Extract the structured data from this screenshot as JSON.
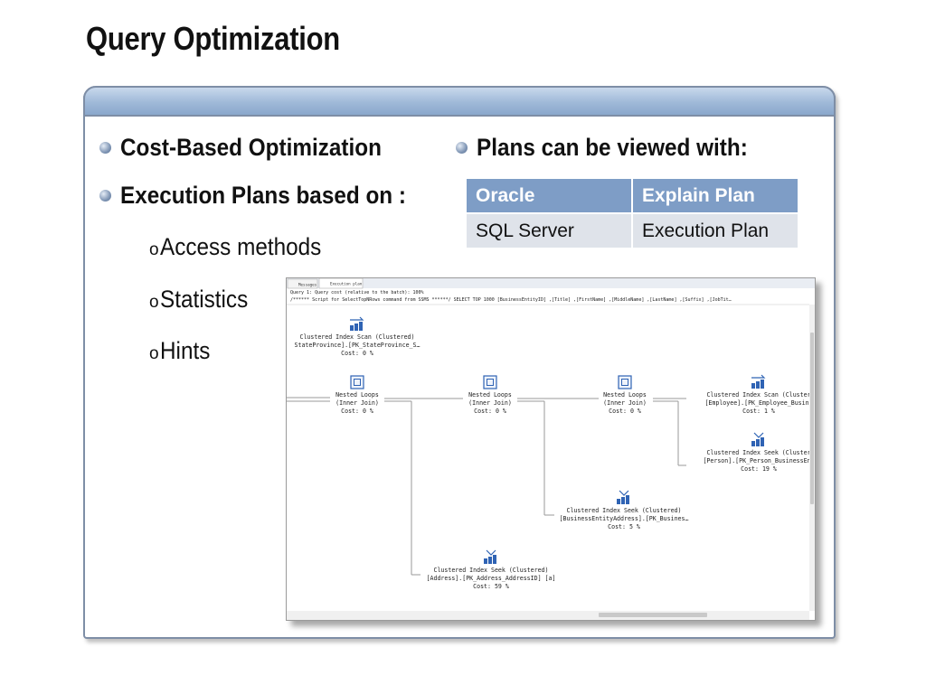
{
  "slide": {
    "title": "Query Optimization",
    "bullets_left": [
      "Cost-Based Optimization",
      "Execution Plans based on :"
    ],
    "sub_bullets": [
      "Access methods",
      "Statistics",
      "Hints"
    ],
    "sub_marker": "o",
    "bullet_right": "Plans can be viewed with:"
  },
  "plans_table": {
    "headers": [
      "Oracle",
      "Explain Plan"
    ],
    "row": [
      "SQL Server",
      "Execution Plan"
    ]
  },
  "screenshot": {
    "tabs": [
      "Messages",
      "Execution plan"
    ],
    "query_line1": "Query 1: Query cost (relative to the batch): 100%",
    "query_line2": "/****** Script for SelectTopNRows command from SSMS ******/ SELECT TOP 1000 [BusinessEntityID] ,[Title] ,[FirstName] ,[MiddleName] ,[LastName] ,[Suffix] ,[JobTit…",
    "operators": [
      {
        "id": "scan-stateprovince",
        "icon": "index-scan-icon",
        "lines": [
          "Clustered Index Scan (Clustered)",
          "StateProvince].[PK_StateProvince_S…",
          "Cost: 0 %"
        ]
      },
      {
        "id": "nested-loops-1",
        "icon": "nested-loops-icon",
        "lines": [
          "Nested Loops",
          "(Inner Join)",
          "Cost: 0 %"
        ]
      },
      {
        "id": "nested-loops-2",
        "icon": "nested-loops-icon",
        "lines": [
          "Nested Loops",
          "(Inner Join)",
          "Cost: 0 %"
        ]
      },
      {
        "id": "nested-loops-3",
        "icon": "nested-loops-icon",
        "lines": [
          "Nested Loops",
          "(Inner Join)",
          "Cost: 0 %"
        ]
      },
      {
        "id": "scan-employee",
        "icon": "index-scan-icon",
        "lines": [
          "Clustered Index Scan (Cluster",
          "[Employee].[PK_Employee_Busine",
          "Cost: 1 %"
        ]
      },
      {
        "id": "seek-person",
        "icon": "index-seek-icon",
        "lines": [
          "Clustered Index Seek (Cluster",
          "[Person].[PK_Person_BusinessEnt",
          "Cost: 19 %"
        ]
      },
      {
        "id": "seek-bea",
        "icon": "index-seek-icon",
        "lines": [
          "Clustered Index Seek (Clustered)",
          "[BusinessEntityAddress].[PK_Busines…",
          "Cost: 5 %"
        ]
      },
      {
        "id": "seek-address",
        "icon": "index-seek-icon",
        "lines": [
          "Clustered Index Seek (Clustered)",
          "[Address].[PK_Address_AddressID] [a]",
          "Cost: 59 %"
        ]
      }
    ]
  },
  "colors": {
    "accent": "#7e9dc6",
    "panel_border": "#7e8ea6",
    "icon_blue": "#2f63b4"
  }
}
